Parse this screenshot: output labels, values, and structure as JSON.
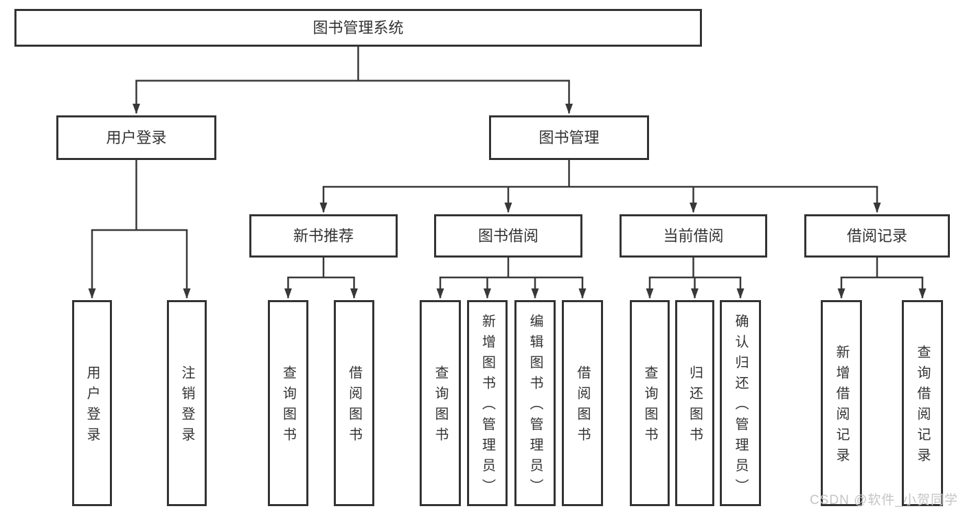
{
  "diagram_title": "图书管理系统",
  "tree": {
    "root": {
      "label": "图书管理系统"
    },
    "branches": [
      {
        "label": "用户登录",
        "children": [
          {
            "label": "用户登录"
          },
          {
            "label": "注销登录"
          }
        ]
      },
      {
        "label": "图书管理",
        "children": [
          {
            "label": "新书推荐",
            "children": [
              {
                "label": "查询图书"
              },
              {
                "label": "借阅图书"
              }
            ]
          },
          {
            "label": "图书借阅",
            "children": [
              {
                "label": "查询图书"
              },
              {
                "label": "新增图书（管理员）"
              },
              {
                "label": "编辑图书（管理员）"
              },
              {
                "label": "借阅图书"
              }
            ]
          },
          {
            "label": "当前借阅",
            "children": [
              {
                "label": "查询图书"
              },
              {
                "label": "归还图书"
              },
              {
                "label": "确认归还（管理员）"
              }
            ]
          },
          {
            "label": "借阅记录",
            "children": [
              {
                "label": "新增借阅记录"
              },
              {
                "label": "查询借阅记录"
              }
            ]
          }
        ]
      }
    ]
  },
  "watermark": "CSDN @软件_小贺同学",
  "colors": {
    "line": "#383838",
    "box_border": "#333333",
    "text": "#333333",
    "background": "#ffffff",
    "watermark": "#c4c4c4"
  }
}
